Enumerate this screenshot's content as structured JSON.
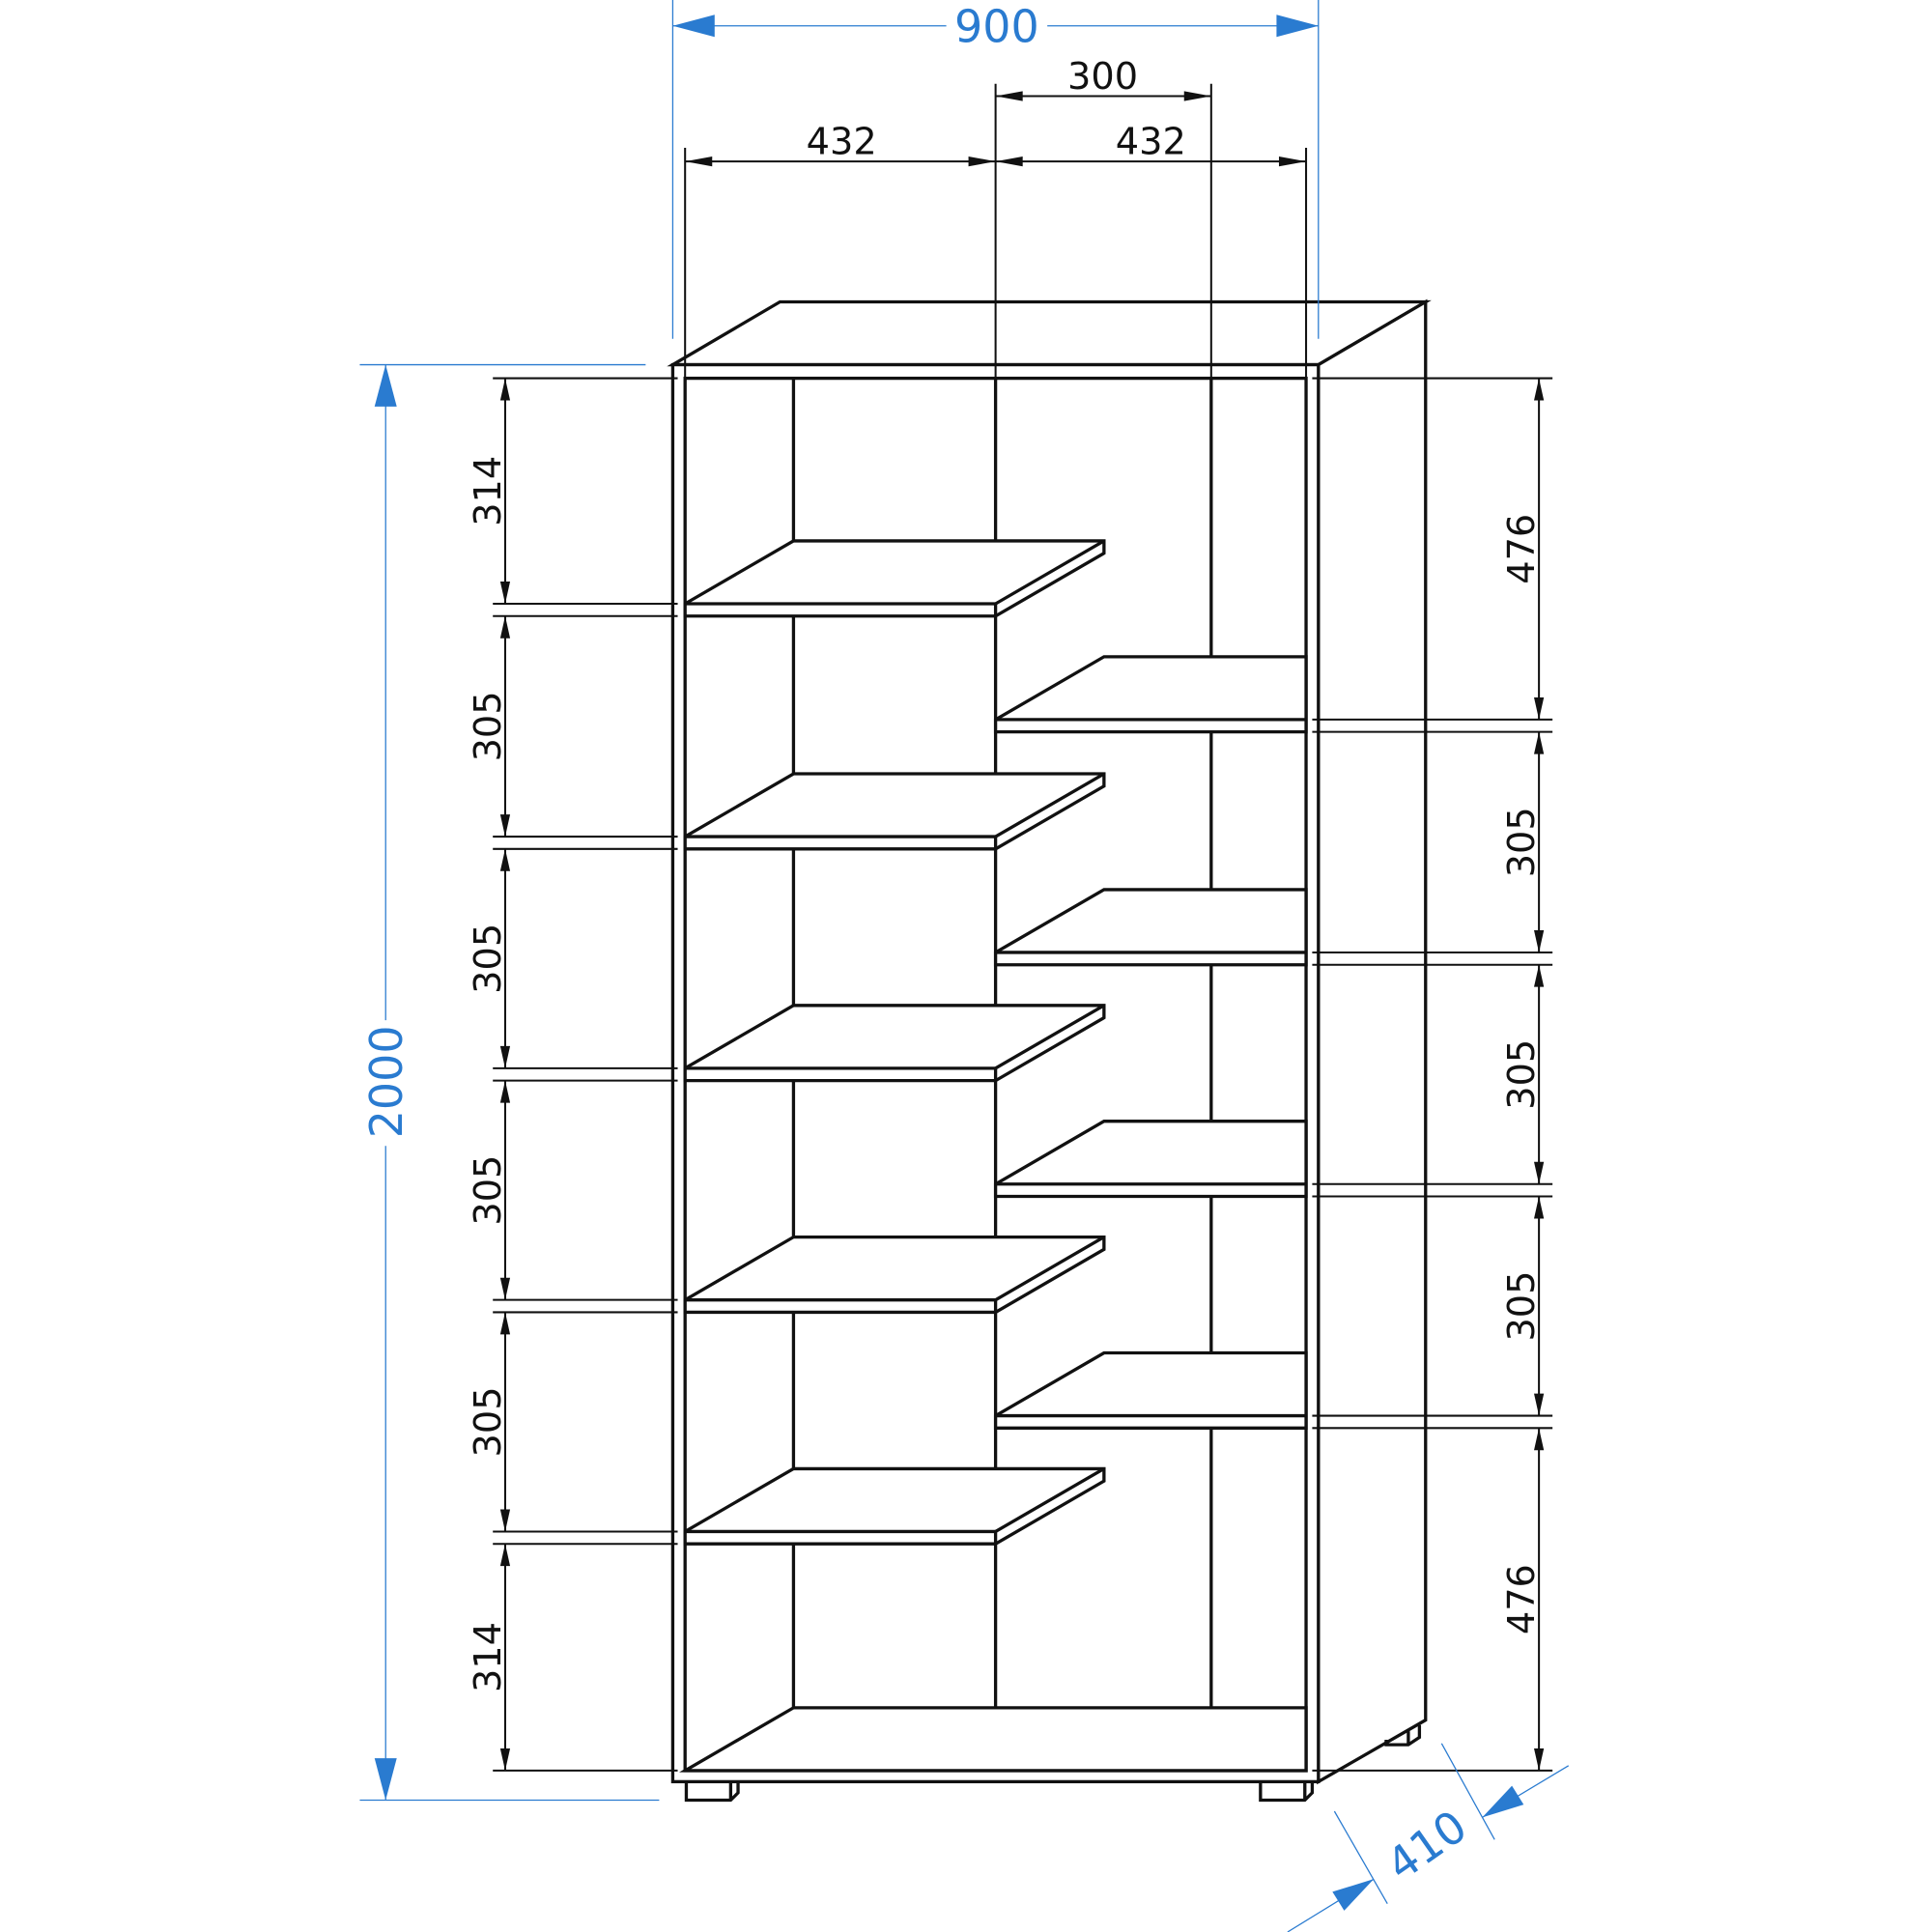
{
  "title": "Shelving unit dimension drawing",
  "colors": {
    "line": "#111111",
    "overall_dim": "#2a7bd0"
  },
  "overall": {
    "width": "900",
    "height": "2000",
    "depth": "410"
  },
  "top_dims": {
    "left_bay": "432",
    "right_bay": "432",
    "offset": "300"
  },
  "left_dims": [
    "314",
    "305",
    "305",
    "305",
    "305",
    "314"
  ],
  "right_dims": [
    "476",
    "305",
    "305",
    "305",
    "476"
  ]
}
